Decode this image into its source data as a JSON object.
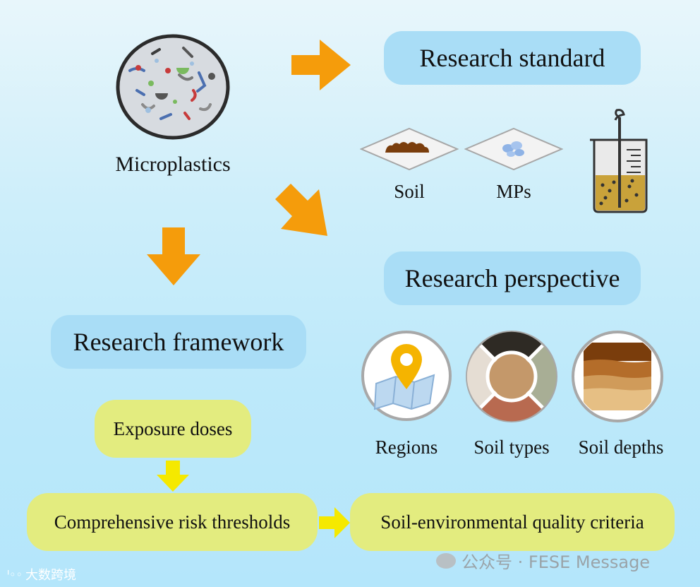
{
  "main_title": "Microplastics",
  "standard": {
    "title": "Research standard",
    "soil": "Soil",
    "mps": "MPs"
  },
  "perspective": {
    "title": "Research perspective",
    "regions": "Regions",
    "soil_types": "Soil types",
    "soil_depths": "Soil depths"
  },
  "framework": {
    "title": "Research framework",
    "exposure": "Exposure doses",
    "thresholds": "Comprehensive risk thresholds",
    "criteria": "Soil-environmental quality criteria"
  },
  "watermark": {
    "right": "公众号 · FESE Message",
    "left": "大数跨境"
  },
  "colors": {
    "arrow_orange": "#f59c0b",
    "arrow_yellow": "#f5e900",
    "pill_blue": "#a9ddf6",
    "pill_yellow": "#e3ec7f"
  }
}
